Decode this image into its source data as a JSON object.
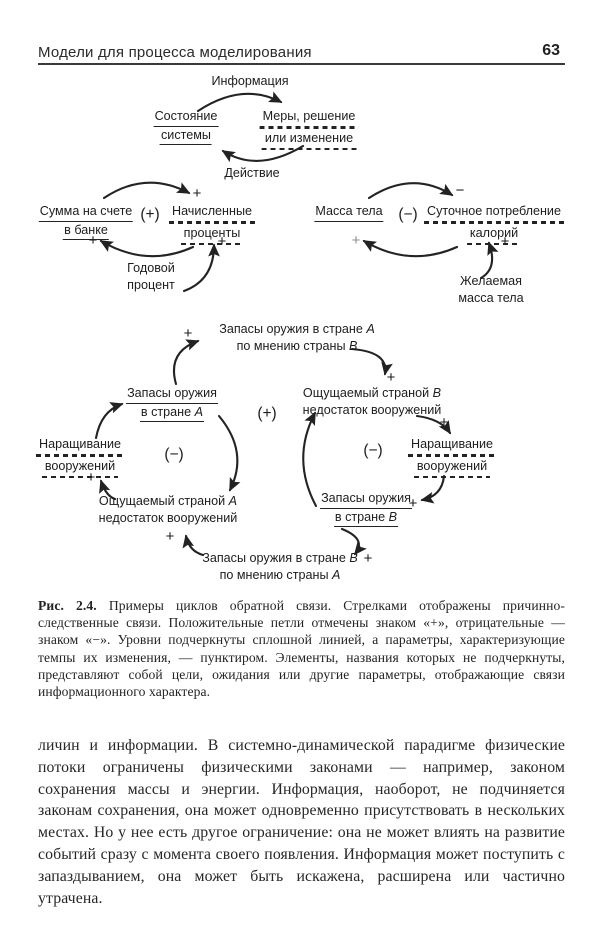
{
  "header": {
    "title": "Модели для процесса моделирования",
    "page_number": "63"
  },
  "fig1": {
    "top_label": "Информация",
    "bottom_label": "Действие",
    "node_state": {
      "l1": "Состояние",
      "l2": "системы"
    },
    "node_measures": {
      "l1": "Меры, решение",
      "l2": "или изменение"
    }
  },
  "fig2": {
    "loop": "(+)",
    "node_sum": {
      "l1": "Сумма на счете",
      "l2": "в банке"
    },
    "node_interest": {
      "l1": "Начисленные",
      "l2": "проценты"
    },
    "node_rate": {
      "l1": "Годовой",
      "l2": "процент"
    },
    "sign_top": "+",
    "sign_left": "+",
    "sign_right": "+"
  },
  "fig3": {
    "loop": "(−)",
    "node_mass": {
      "l1": "Масса тела"
    },
    "node_calories": {
      "l1": "Суточное потребление",
      "l2": "калорий"
    },
    "node_desired": {
      "l1": "Желаемая",
      "l2": "масса тела"
    },
    "sign_top": "−",
    "sign_left": "+",
    "sign_right": "+"
  },
  "fig4": {
    "loop_top": "(+)",
    "loop_left": "(−)",
    "loop_right": "(−)",
    "node_stockA_byB": {
      "l1": "Запасы оружия в стране ",
      "l1v": "A",
      "l2": "по мнению страны ",
      "l2v": "B"
    },
    "node_stock_a": {
      "l1": "Запасы оружия",
      "l2": "в стране ",
      "l2v": "A"
    },
    "node_gap_b": {
      "l1": "Ощущаемый страной ",
      "l1v": "B",
      "l2": "недостаток вооружений"
    },
    "node_build_left": {
      "l1": "Наращивание",
      "l2": "вооружений"
    },
    "node_gap_a": {
      "l1": "Ощущаемый страной ",
      "l1v": "A",
      "l2": "недостаток вооружений"
    },
    "node_build_right": {
      "l1": "Наращивание",
      "l2": "вооружений"
    },
    "node_stock_b": {
      "l1": "Запасы оружия",
      "l2": "в стране ",
      "l2v": "B"
    },
    "node_stockB_byA": {
      "l1": "Запасы оружия в стране ",
      "l1v": "B",
      "l2": "по мнению страны ",
      "l2v": "A"
    },
    "signs": {
      "s1": "+",
      "s2": "+",
      "s3": "+",
      "s4": "+",
      "s5": "+",
      "s6": "+",
      "s7": "+"
    }
  },
  "caption": {
    "label": "Рис. 2.4.",
    "text": "Примеры циклов обратной связи. Стрелками отображены причинно-следственные связи. Положительные петли отмечены знаком «+», отрицательные — знаком «−». Уровни подчеркнуты сплошной линией, а параметры, характеризующие темпы их изменения, — пунктиром. Элементы, названия которых не подчеркнуты, представляют собой цели, ожидания или другие параметры, отображающие связи информационного характера."
  },
  "body_text": "личин и информации. В системно-динамической парадигме физические потоки ограничены физическими законами — например, законом сохранения массы и энергии. Информация, наоборот, не подчиняется законам сохранения, она может одновременно присутствовать в нескольких местах. Но у нее есть другое ограничение: она не может влиять на развитие событий сразу с момента своего появления. Информация может поступить с запаздыванием, она может быть искажена, расширена или частично утрачена."
}
